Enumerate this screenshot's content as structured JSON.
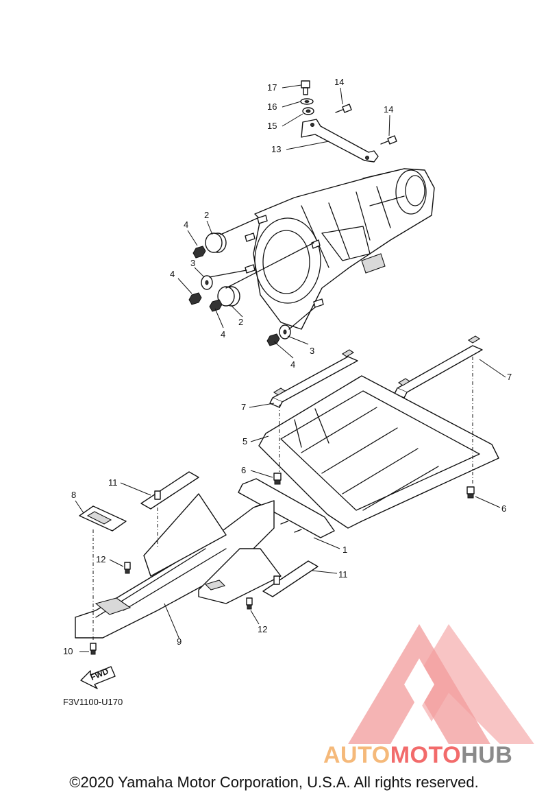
{
  "diagram_code": "F3V1100-U170",
  "fwd_label": "FWD",
  "copyright": "©2020 Yamaha Motor Corporation, U.S.A. All rights reserved.",
  "watermark": {
    "part1": "AUTO",
    "part2": "MOTO",
    "part3": "HUB",
    "color_auto": "#f5b97a",
    "color_moto": "#f26b6b",
    "color_hub": "#8a8a8a",
    "logo_color": "#f08a8a"
  },
  "callouts": [
    {
      "id": "c17",
      "label": "17"
    },
    {
      "id": "c16",
      "label": "16"
    },
    {
      "id": "c15",
      "label": "15"
    },
    {
      "id": "c14a",
      "label": "14"
    },
    {
      "id": "c14b",
      "label": "14"
    },
    {
      "id": "c13",
      "label": "13"
    },
    {
      "id": "c2a",
      "label": "2"
    },
    {
      "id": "c4a",
      "label": "4"
    },
    {
      "id": "c3a",
      "label": "3"
    },
    {
      "id": "c4b",
      "label": "4"
    },
    {
      "id": "c2b",
      "label": "2"
    },
    {
      "id": "c4c",
      "label": "4"
    },
    {
      "id": "c3b",
      "label": "3"
    },
    {
      "id": "c4d",
      "label": "4"
    },
    {
      "id": "c7a",
      "label": "7"
    },
    {
      "id": "c7b",
      "label": "7"
    },
    {
      "id": "c5",
      "label": "5"
    },
    {
      "id": "c6a",
      "label": "6"
    },
    {
      "id": "c6b",
      "label": "6"
    },
    {
      "id": "c11a",
      "label": "11"
    },
    {
      "id": "c8",
      "label": "8"
    },
    {
      "id": "c1",
      "label": "1"
    },
    {
      "id": "c12a",
      "label": "12"
    },
    {
      "id": "c11b",
      "label": "11"
    },
    {
      "id": "c12b",
      "label": "12"
    },
    {
      "id": "c9",
      "label": "9"
    },
    {
      "id": "c10",
      "label": "10"
    }
  ]
}
